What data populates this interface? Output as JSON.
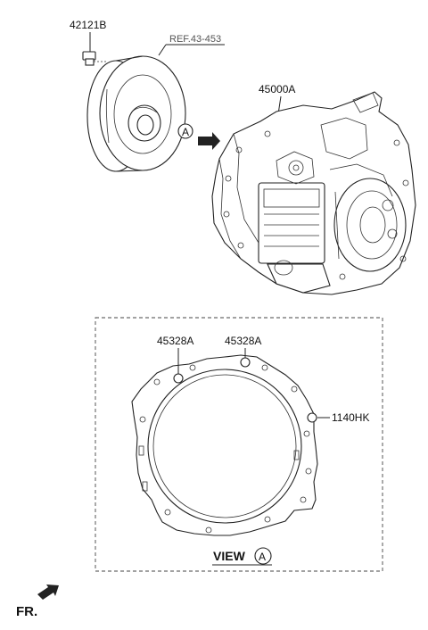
{
  "labels": {
    "bolt": "42121B",
    "ref": "REF.43-453",
    "transaxle": "45000A",
    "view_marker": "A",
    "dowel_left": "45328A",
    "dowel_right": "45328A",
    "bolt_side": "1140HK",
    "view_title": "VIEW",
    "view_letter": "A",
    "front": "FR."
  },
  "icons": {
    "front_arrow": "arrow-pointing-front-icon",
    "view_arrow": "view-direction-arrow-icon"
  }
}
